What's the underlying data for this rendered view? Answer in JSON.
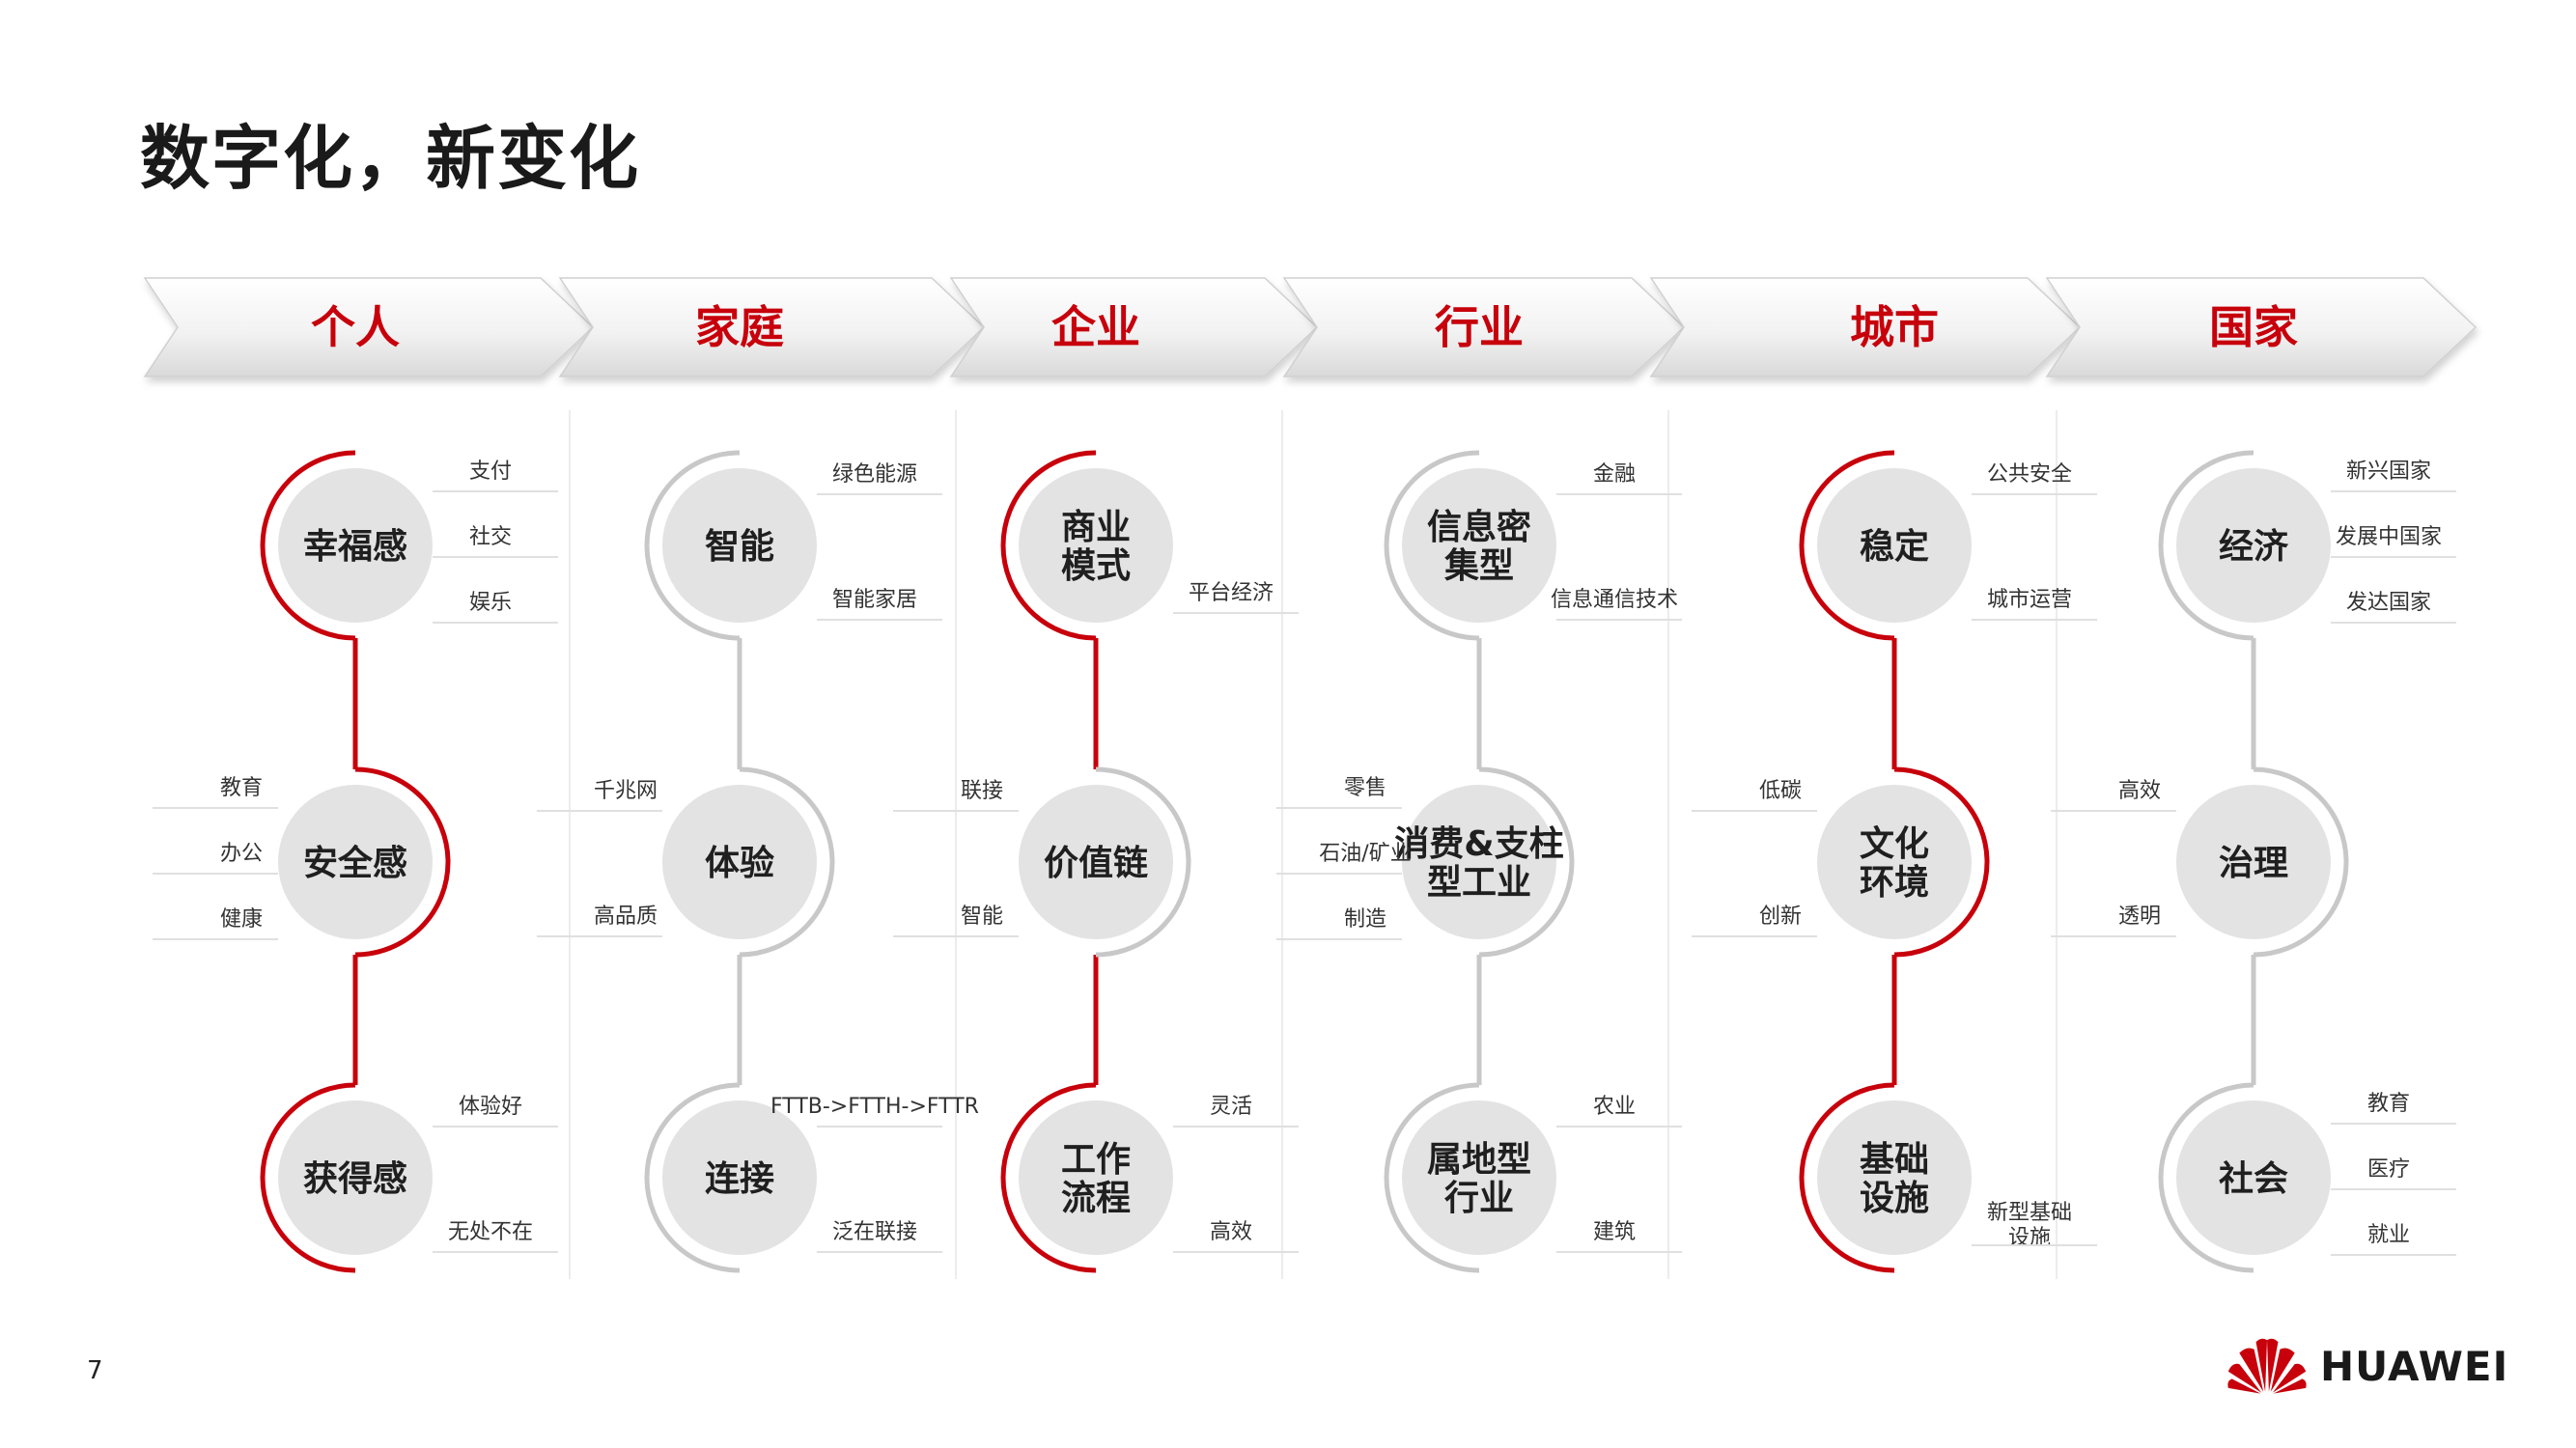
{
  "title": "数字化，新变化",
  "page_number": "7",
  "brand": {
    "name": "HUAWEI",
    "color": "#c7000b"
  },
  "colors": {
    "accent": "#c7000b",
    "gray_line": "#c8c8c8",
    "node_fill": "#e3e3e3"
  },
  "columns": [
    {
      "label": "个人",
      "line": "red",
      "nodes": [
        {
          "lines": [
            "幸福感"
          ],
          "arc": "left-red",
          "sats": [
            [
              "支付"
            ],
            [
              "社交"
            ],
            [
              "娱乐"
            ]
          ],
          "side": "right"
        },
        {
          "lines": [
            "安全感"
          ],
          "arc": "right-red",
          "sats": [
            [
              "教育"
            ],
            [
              "办公"
            ],
            [
              "健康"
            ]
          ],
          "side": "left"
        },
        {
          "lines": [
            "获得感"
          ],
          "arc": "left-red",
          "sats": [
            [
              "体验好"
            ],
            [
              "无处不在"
            ]
          ],
          "side": "right"
        }
      ]
    },
    {
      "label": "家庭",
      "line": "gray",
      "nodes": [
        {
          "lines": [
            "智能"
          ],
          "arc": "left-gray",
          "sats": [
            [
              "绿色能源"
            ],
            [
              "智能家居"
            ]
          ],
          "side": "right"
        },
        {
          "lines": [
            "体验"
          ],
          "arc": "right-gray",
          "sats": [
            [
              "千兆网"
            ],
            [
              "高品质"
            ]
          ],
          "side": "left"
        },
        {
          "lines": [
            "连接"
          ],
          "arc": "left-gray",
          "sats": [
            [
              "FTTB->FTTH->FTTR"
            ],
            [
              "泛在联接"
            ]
          ],
          "side": "right"
        }
      ]
    },
    {
      "label": "企业",
      "line": "red",
      "nodes": [
        {
          "lines": [
            "商业",
            "模式"
          ],
          "arc": "left-red",
          "sats": [
            [
              "平台经济"
            ]
          ],
          "side": "right"
        },
        {
          "lines": [
            "价值链"
          ],
          "arc": "right-gray",
          "sats": [
            [
              "联接"
            ],
            [
              "智能"
            ]
          ],
          "side": "left"
        },
        {
          "lines": [
            "工作",
            "流程"
          ],
          "arc": "left-red",
          "sats": [
            [
              "灵活"
            ],
            [
              "高效"
            ]
          ],
          "side": "right"
        }
      ]
    },
    {
      "label": "行业",
      "line": "gray",
      "nodes": [
        {
          "lines": [
            "信息密",
            "集型"
          ],
          "arc": "left-gray",
          "sats": [
            [
              "金融"
            ],
            [
              "信息通信技术"
            ]
          ],
          "side": "right"
        },
        {
          "lines": [
            "消费&支柱",
            "型工业"
          ],
          "arc": "right-gray",
          "sats": [
            [
              "零售"
            ],
            [
              "石油/矿业"
            ],
            [
              "制造"
            ]
          ],
          "side": "left"
        },
        {
          "lines": [
            "属地型",
            "行业"
          ],
          "arc": "left-gray",
          "sats": [
            [
              "农业"
            ],
            [
              "建筑"
            ]
          ],
          "side": "right"
        }
      ]
    },
    {
      "label": "城市",
      "line": "red",
      "nodes": [
        {
          "lines": [
            "稳定"
          ],
          "arc": "left-red",
          "sats": [
            [
              "公共安全"
            ],
            [
              "城市运营"
            ]
          ],
          "side": "right"
        },
        {
          "lines": [
            "文化",
            "环境"
          ],
          "arc": "right-red",
          "sats": [
            [
              "低碳"
            ],
            [
              "创新"
            ]
          ],
          "side": "left"
        },
        {
          "lines": [
            "基础",
            "设施"
          ],
          "arc": "left-red",
          "sats": [
            [
              "新型基础",
              "设施"
            ]
          ],
          "side": "right"
        }
      ]
    },
    {
      "label": "国家",
      "line": "gray",
      "nodes": [
        {
          "lines": [
            "经济"
          ],
          "arc": "left-gray",
          "sats": [
            [
              "新兴国家"
            ],
            [
              "发展中国家"
            ],
            [
              "发达国家"
            ]
          ],
          "side": "right"
        },
        {
          "lines": [
            "治理"
          ],
          "arc": "right-gray",
          "sats": [
            [
              "高效"
            ],
            [
              "透明"
            ]
          ],
          "side": "left"
        },
        {
          "lines": [
            "社会"
          ],
          "arc": "left-gray",
          "sats": [
            [
              "教育"
            ],
            [
              "医疗"
            ],
            [
              "就业"
            ]
          ],
          "side": "right"
        }
      ]
    }
  ]
}
